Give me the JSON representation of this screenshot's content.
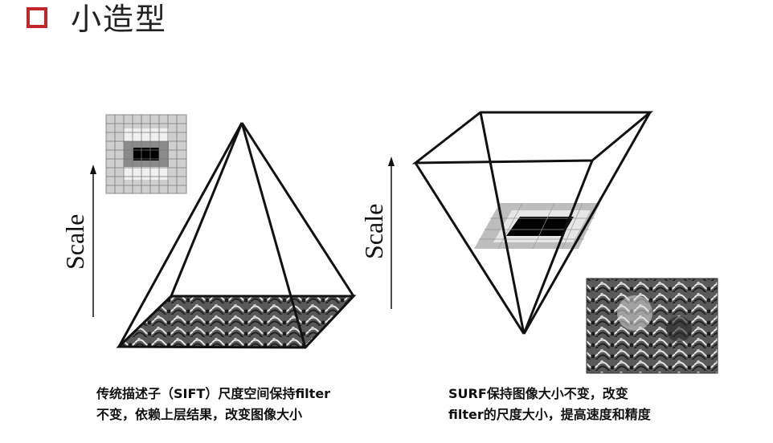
{
  "slide": {
    "title": "小造型",
    "left_panel": {
      "axis_label": "Scale",
      "caption_line1": "传统描述子（SIFT）尺度空间保持filter",
      "caption_line2": "不变，依赖上层结果，改变图像大小"
    },
    "right_panel": {
      "axis_label": "Scale",
      "caption_line1": "SURF保持图像大小不变，改变",
      "caption_line2": "filter的尺度大小，提高速度和精度"
    },
    "colors": {
      "title_marker": "#c0272d",
      "lines": "#111111"
    }
  }
}
